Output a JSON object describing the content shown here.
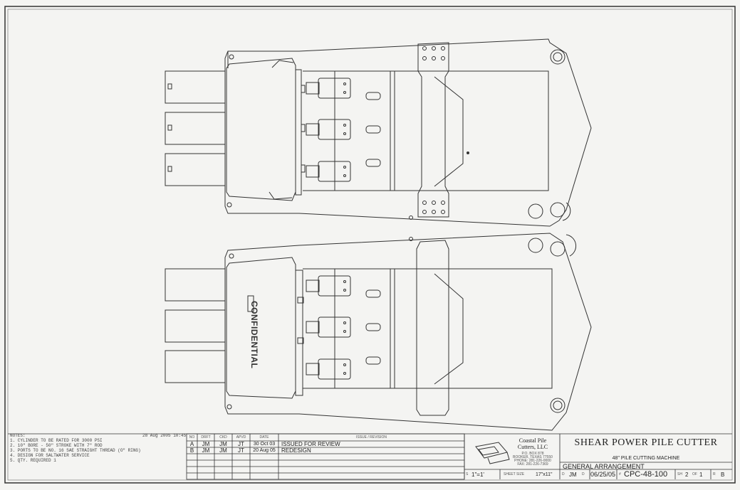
{
  "notes": {
    "header": "NOTES:",
    "stamp": "28 Aug 2005 10:45",
    "items": [
      "1. CYLINDER TO BE RATED FOR 3000 PSI",
      "2. 10\" BORE - 50\" STROKE WITH 7\" ROD",
      "3. PORTS TO BE NO. 16 SAE STRAIGHT THREAD (O\" RING)",
      "4. DESIGN FOR SALTWATER SERVICE",
      "5. QTY. REQUIRED 1"
    ]
  },
  "revision_table": {
    "headers": [
      "NO",
      "DRFT",
      "CKD",
      "APVD",
      "DATE",
      "ISSUE / REVISION"
    ],
    "rows": [
      {
        "no": "A",
        "drft": "JM",
        "ckd": "JM",
        "apvd": "JT",
        "date": "30 Oct 03",
        "issue": "ISSUED FOR REVIEW"
      },
      {
        "no": "B",
        "drft": "JM",
        "ckd": "JM",
        "apvd": "JT",
        "date": "20 Aug 05",
        "issue": "REDESIGN"
      }
    ]
  },
  "company": {
    "name_line1": "Coastal Pile",
    "name_line2": "Cutters, LLC",
    "address_lines": [
      "P.O. BOX 878",
      "BOOKER, TEXAS 77550",
      "PHONE: 281-226-0000",
      "FAX: 281-226-7369"
    ]
  },
  "title_block": {
    "title": "SHEAR POWER PILE CUTTER",
    "subtitle": "48\" PILE CUTTING MACHINE",
    "description": "GENERAL ARRANGEMENT",
    "scale_label": "S",
    "scale": "1\"=1'",
    "sheet_size_label": "SHEET SIZE",
    "sheet_size": "17\"x11\"",
    "drawn_label": "D",
    "drawn_by": "JM",
    "date_label": "D",
    "date": "06/25/05",
    "dwg_label": "#",
    "drawing_no": "CPC-48-100",
    "sheet_label": "SH",
    "sheet": "2",
    "sheet_of_label": "OF",
    "sheet_of": "1",
    "rev_label": "R",
    "rev": "B"
  },
  "stamp_text": "CONFIDENTIAL",
  "colors": {
    "paper": "#f4f4f2",
    "ink": "#222222"
  }
}
